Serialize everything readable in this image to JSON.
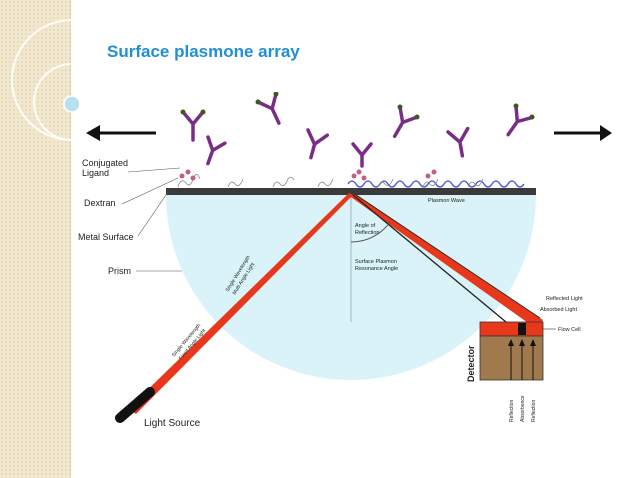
{
  "slide": {
    "title": "Surface plasmone array"
  },
  "diagram": {
    "labels": {
      "conjugated_ligand_1": "Conjugated",
      "conjugated_ligand_2": "Ligand",
      "dextran": "Dextran",
      "metal_surface": "Metal Surface",
      "prism": "Prism",
      "light_source": "Light Source",
      "plasmon_wave": "Plasmon Wave",
      "angle_of_reflection_1": "Angle of",
      "angle_of_reflection_2": "Reflection",
      "spr_angle_1": "Surface Plasmon",
      "spr_angle_2": "Resonance Angle",
      "reflected_light": "Reflected Light",
      "absorbed_light": "Absorbed Light",
      "flow_cell": "Flow Cell",
      "detector": "Detector",
      "single_wavelength_multi_1": "Single Wavelength",
      "single_wavelength_multi_2": "Multi Angle Light",
      "single_wavelength_fixed_1": "Single Wavelength",
      "single_wavelength_fixed_2": "Fixed Angle Light",
      "detector_col_1": "Reflection",
      "detector_col_2": "Absorbance",
      "detector_col_3": "Reflection"
    },
    "colors": {
      "beam": "#e8381b",
      "prism": "#d9f3f8",
      "metal": "#3a3a3a",
      "detector_body": "#a07a4c",
      "antibody_body": "#7a2d86",
      "antibody_tip": "#3b5a1f"
    }
  }
}
